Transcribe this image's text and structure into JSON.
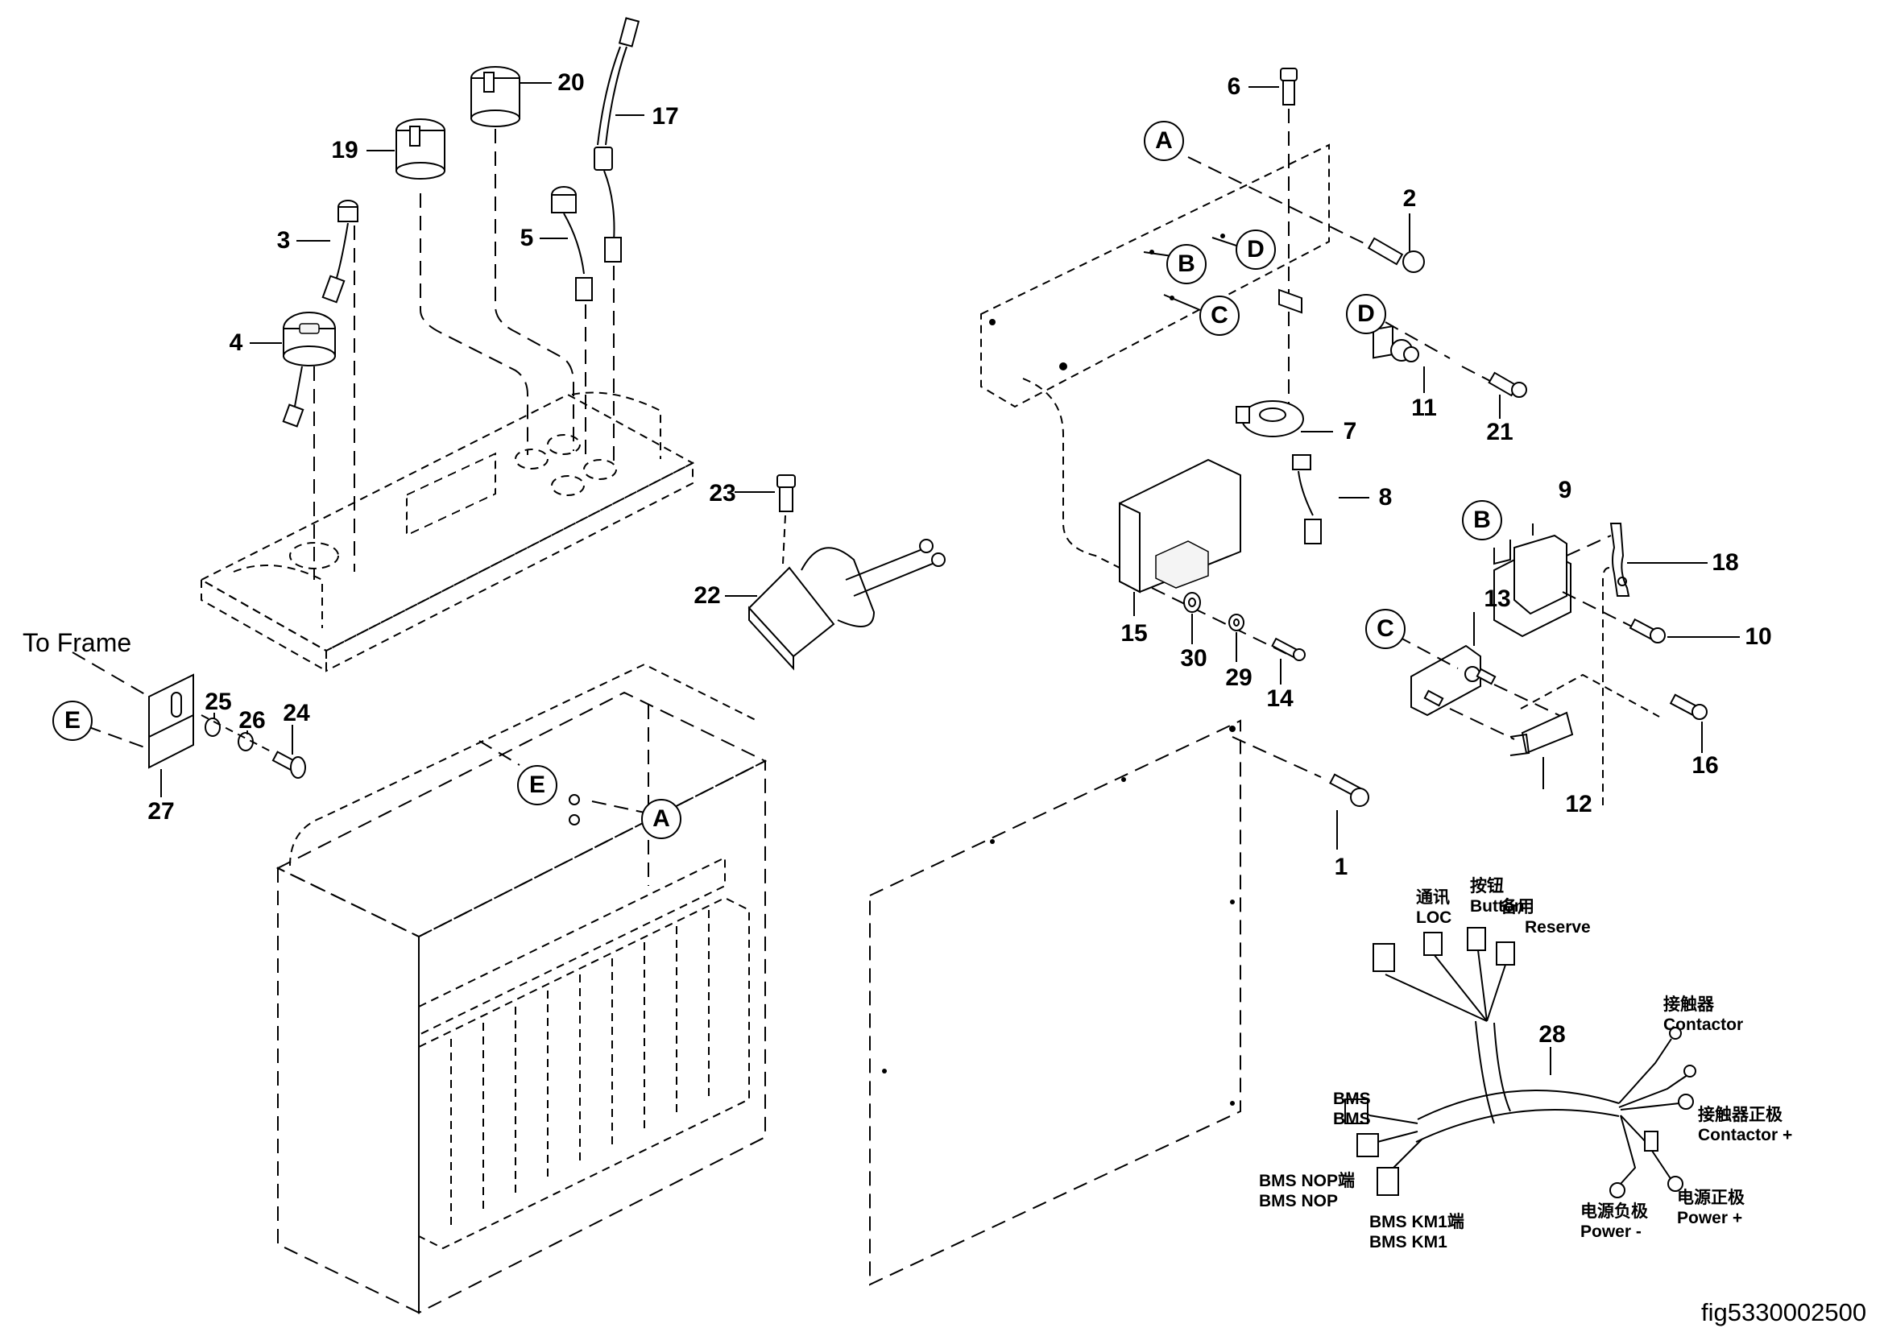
{
  "figure": {
    "id_label": "fig5330002500",
    "to_frame_label": "To Frame"
  },
  "callouts": {
    "c1": "1",
    "c2": "2",
    "c3": "3",
    "c4": "4",
    "c5": "5",
    "c6": "6",
    "c7": "7",
    "c8": "8",
    "c9": "9",
    "c10": "10",
    "c11": "11",
    "c12": "12",
    "c13": "13",
    "c14": "14",
    "c15": "15",
    "c16": "16",
    "c17": "17",
    "c18": "18",
    "c19": "19",
    "c20": "20",
    "c21": "21",
    "c22": "22",
    "c23": "23",
    "c24": "24",
    "c25": "25",
    "c26": "26",
    "c27": "27",
    "c28": "28",
    "c29": "29",
    "c30": "30"
  },
  "reference_letters": {
    "A": "A",
    "B": "B",
    "C": "C",
    "D": "D",
    "E": "E"
  },
  "harness_labels": {
    "comm": {
      "zh": "通讯",
      "en": "LOC"
    },
    "button": {
      "zh": "按钮",
      "en": "Button"
    },
    "reserve": {
      "zh": "备用",
      "en": "Reserve"
    },
    "contactor": {
      "zh": "接触器",
      "en": "Contactor"
    },
    "contactor_plus": {
      "zh": "接触器正极",
      "en": "Contactor +"
    },
    "bms": {
      "zh": "BMS",
      "en": "BMS"
    },
    "bms_nop": {
      "zh": "BMS NOP端",
      "en": "BMS NOP"
    },
    "bms_km1": {
      "zh": "BMS KM1端",
      "en": "BMS KM1"
    },
    "power_minus": {
      "zh": "电源负极",
      "en": "Power -"
    },
    "power_plus": {
      "zh": "电源正极",
      "en": "Power +"
    }
  }
}
